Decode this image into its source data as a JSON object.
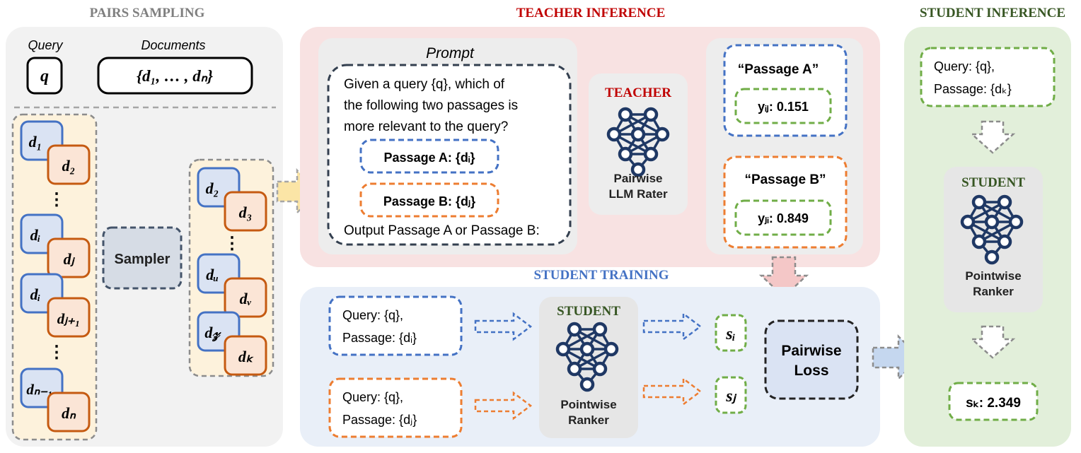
{
  "sections": {
    "pairs_sampling": "PAIRS SAMPLING",
    "teacher_inference": "TEACHER INFERENCE",
    "student_training": "STUDENT TRAINING",
    "student_inference": "STUDENT INFERENCE"
  },
  "colors": {
    "teacher_red": "#c00000",
    "student_green": "#375623",
    "training_blue": "#4472c4",
    "grey_title": "#7f7f7f",
    "doc_blue_fill": "#dae3f3",
    "doc_blue_stroke": "#4472c4",
    "doc_orange_fill": "#fbe5d6",
    "doc_orange_stroke": "#c55a11",
    "score_green": "#70ad47"
  },
  "pairs": {
    "query_label": "Query",
    "documents_label": "Documents",
    "query_symbol": "q",
    "documents_set": "{d₁, … , dₙ}",
    "left_stack": [
      {
        "a": "d₁",
        "b": "d₂"
      },
      {
        "a": "dᵢ",
        "b": "dⱼ"
      },
      {
        "a": "dᵢ",
        "b": "dⱼ₊₁"
      },
      {
        "a": "dₙ₋₁",
        "b": "dₙ"
      }
    ],
    "ellipsis": "⋮",
    "sampler_label": "Sampler",
    "right_stack": [
      {
        "a": "d₂",
        "b": "d₃"
      },
      {
        "a": "dᵤ",
        "b": "dᵥ"
      },
      {
        "a": "d𝓏",
        "b": "dₖ"
      }
    ]
  },
  "teacher": {
    "prompt_title": "Prompt",
    "prompt_line1": "Given a query {q}, which of",
    "prompt_line2": "the following two passages is",
    "prompt_line3": "more relevant to the query?",
    "passage_a": "Passage A: {dᵢ}",
    "passage_b": "Passage B: {dⱼ}",
    "prompt_output": "Output Passage A or Passage B:",
    "teacher_label": "TEACHER",
    "rater_line1": "Pairwise",
    "rater_line2": "LLM Rater",
    "out_a_label": "“Passage A”",
    "out_a_score": "yᵢⱼ: 0.151",
    "out_b_label": "“Passage B”",
    "out_b_score": "yⱼᵢ: 0.849"
  },
  "training": {
    "query_i_line1": "Query: {q},",
    "query_i_line2": "Passage: {dᵢ}",
    "query_j_line1": "Query: {q},",
    "query_j_line2": "Passage: {dⱼ}",
    "student_label": "STUDENT",
    "ranker_line1": "Pointwise",
    "ranker_line2": "Ranker",
    "s_i": "sᵢ",
    "s_j": "sⱼ",
    "loss_line1": "Pairwise",
    "loss_line2": "Loss"
  },
  "inference": {
    "query_line1": "Query: {q},",
    "query_line2": "Passage: {dₖ}",
    "student_label": "STUDENT",
    "ranker_line1": "Pointwise",
    "ranker_line2": "Ranker",
    "score": "sₖ: 2.349"
  }
}
